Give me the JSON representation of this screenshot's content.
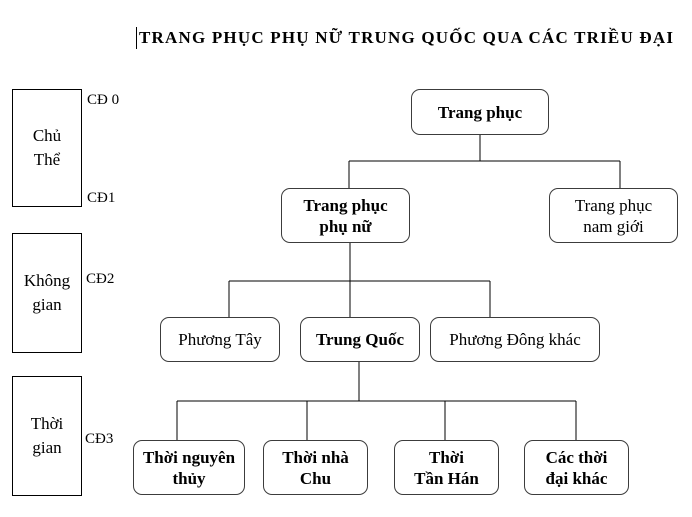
{
  "title": {
    "text": "TRANG PHỤC PHỤ NỮ TRUNG QUỐC QUA CÁC TRIỀU ĐẠI"
  },
  "sidebar": {
    "boxes": [
      {
        "id": "chu-the",
        "label": "Chủ\nThể"
      },
      {
        "id": "khong-gian",
        "label": "Không\ngian"
      },
      {
        "id": "thoi-gian",
        "label": "Thời\ngian"
      }
    ],
    "level_labels": [
      {
        "id": "cd0",
        "text": "CĐ 0"
      },
      {
        "id": "cd1",
        "text": "CĐ1"
      },
      {
        "id": "cd2",
        "text": "CĐ2"
      },
      {
        "id": "cd3",
        "text": "CĐ3"
      }
    ]
  },
  "tree": {
    "nodes": [
      {
        "id": "trang-phuc",
        "label": "Trang phục",
        "bold": true,
        "parent": null
      },
      {
        "id": "trang-phuc-phu-nu",
        "label": "Trang phục\nphụ nữ",
        "bold": true,
        "parent": "trang-phuc"
      },
      {
        "id": "trang-phuc-nam-gioi",
        "label": "Trang phục\nnam giới",
        "bold": false,
        "parent": "trang-phuc"
      },
      {
        "id": "phuong-tay",
        "label": "Phương Tây",
        "bold": false,
        "parent": "trang-phuc-phu-nu"
      },
      {
        "id": "trung-quoc",
        "label": "Trung Quốc",
        "bold": true,
        "parent": "trang-phuc-phu-nu"
      },
      {
        "id": "phuong-dong-khac",
        "label": "Phương Đông khác",
        "bold": false,
        "parent": "trang-phuc-phu-nu"
      },
      {
        "id": "thoi-nguyen-thuy",
        "label": "Thời nguyên\nthủy",
        "bold": true,
        "parent": "trung-quoc"
      },
      {
        "id": "thoi-nha-chu",
        "label": "Thời nhà\nChu",
        "bold": true,
        "parent": "trung-quoc"
      },
      {
        "id": "thoi-tan-han",
        "label": "Thời\nTần Hán",
        "bold": true,
        "parent": "trung-quoc"
      },
      {
        "id": "cac-thoi-dai-khac",
        "label": "Các thời\nđại khác",
        "bold": true,
        "parent": "trung-quoc"
      }
    ]
  },
  "colors": {
    "background": "#ffffff",
    "text": "#000000",
    "node_border": "#3c3c3c",
    "sidebar_border": "#000000",
    "connector": "#000000"
  }
}
